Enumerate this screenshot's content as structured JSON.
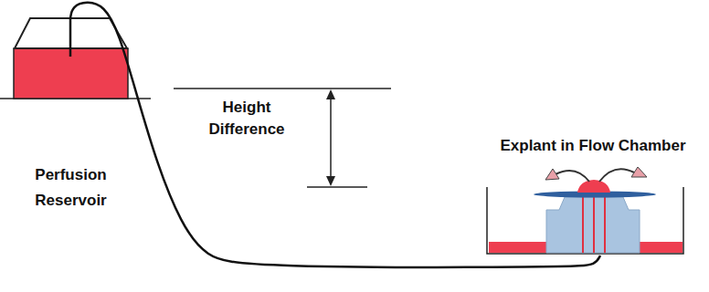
{
  "diagram": {
    "nodes": [
      {
        "text": [
          "Perfusion Reservoir"
        ]
      },
      {
        "text": [
          "Explant in Flow Chamber"
        ]
      }
    ],
    "edges": [
      {
        "from": 0,
        "to": 1,
        "arrow": "none"
      }
    ],
    "labels": [
      "Height Difference"
    ]
  }
}
